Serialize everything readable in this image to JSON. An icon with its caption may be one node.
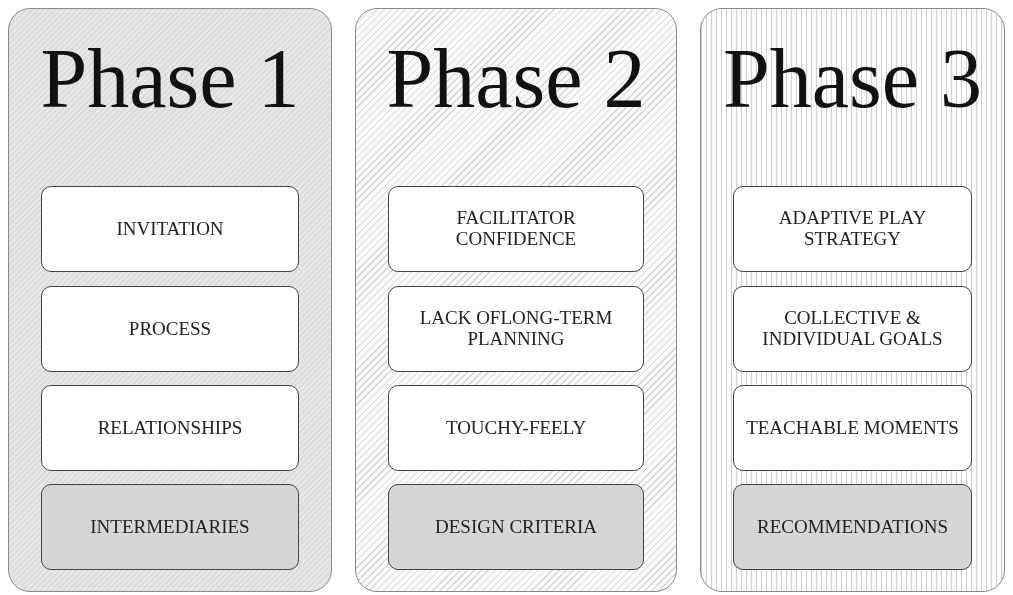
{
  "diagram": {
    "nodes": [
      {
        "text": [
          "Phase 1"
        ]
      },
      {
        "text": [
          "INVITATION"
        ],
        "in": 0
      },
      {
        "text": [
          "PROCESS"
        ],
        "in": 0
      },
      {
        "text": [
          "RELATIONSHIPS"
        ],
        "in": 0
      },
      {
        "text": [
          "INTERMEDIARIES"
        ],
        "in": 0
      },
      {
        "text": [
          "Phase 2"
        ]
      },
      {
        "text": [
          "FACILITATOR CONFIDENCE"
        ],
        "in": 5
      },
      {
        "text": [
          "LACK OFLONG-TERM PLANNING"
        ],
        "in": 5
      },
      {
        "text": [
          "TOUCHY-FEELY"
        ],
        "in": 5
      },
      {
        "text": [
          "DESIGN CRITERIA"
        ],
        "in": 5
      },
      {
        "text": [
          "Phase 3"
        ]
      },
      {
        "text": [
          "ADAPTIVE PLAY STRATEGY"
        ],
        "in": 10
      },
      {
        "text": [
          "COLLECTIVE & INDIVIDUAL GOALS"
        ],
        "in": 10
      },
      {
        "text": [
          "TEACHABLE MOMENTS"
        ],
        "in": 10
      },
      {
        "text": [
          "RECOMMENDATIONS"
        ],
        "in": 10
      }
    ]
  }
}
